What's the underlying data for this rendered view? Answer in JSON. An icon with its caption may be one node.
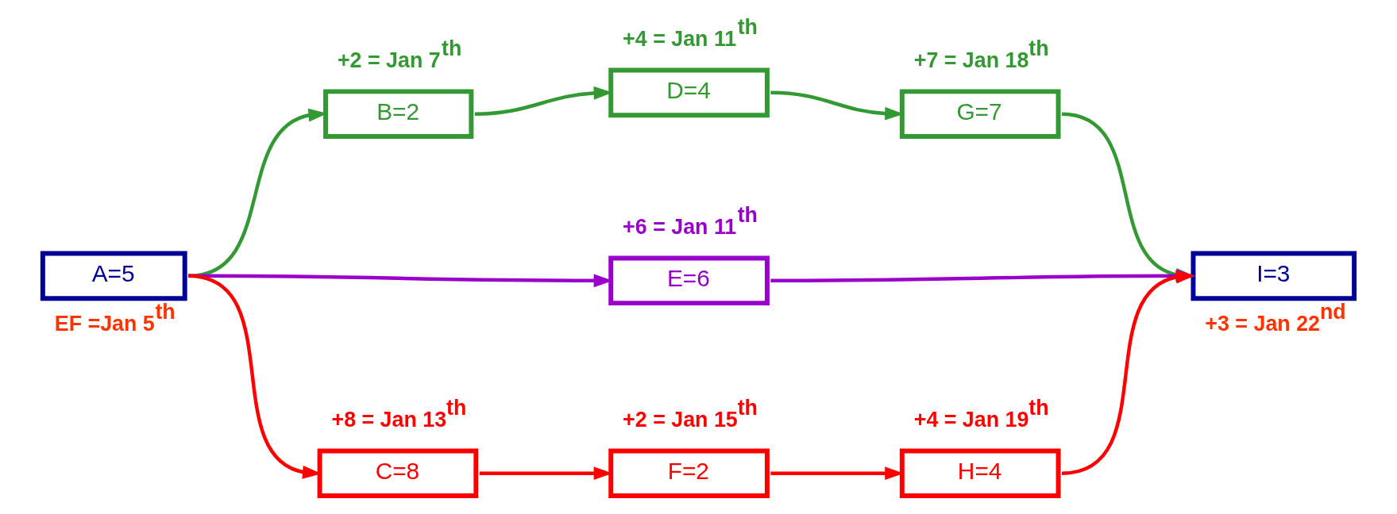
{
  "diagram": {
    "nodes": [
      {
        "text": [
          "A=5"
        ],
        "beside": [
          "EF =Jan 5$^{th}$"
        ]
      },
      {
        "text": [
          "B=2"
        ],
        "beside": [
          "+2 = Jan 7$^{th}$"
        ]
      },
      {
        "text": [
          "D=4"
        ],
        "beside": [
          "+4 = Jan 11$^{th}$"
        ]
      },
      {
        "text": [
          "G=7"
        ],
        "beside": [
          "+7 = Jan 18$^{th}$"
        ]
      },
      {
        "text": [
          "E=6"
        ],
        "beside": [
          "+6 = Jan 11$^{th}$"
        ]
      },
      {
        "text": [
          "I=3"
        ],
        "beside": [
          "+3 = Jan 22$^{nd}$"
        ]
      },
      {
        "text": [
          "C=8"
        ],
        "beside": [
          "+8 = Jan 13$^{th}$"
        ]
      },
      {
        "text": [
          "F=2"
        ],
        "beside": [
          "+2 = Jan 15$^{th}$"
        ]
      },
      {
        "text": [
          "H=4"
        ],
        "beside": [
          "+4 = Jan 19$^{th}$"
        ]
      }
    ],
    "edges": [
      {
        "from": 0,
        "to": 1,
        "arrow": "to",
        "color": "#339933"
      },
      {
        "from": 1,
        "to": 2,
        "arrow": "to",
        "color": "#339933"
      },
      {
        "from": 2,
        "to": 3,
        "arrow": "to",
        "color": "#339933"
      },
      {
        "from": 3,
        "to": 5,
        "arrow": "to",
        "color": "#339933"
      },
      {
        "from": 0,
        "to": 4,
        "arrow": "to",
        "color": "#9900cc"
      },
      {
        "from": 4,
        "to": 5,
        "arrow": "to",
        "color": "#9900cc"
      },
      {
        "from": 0,
        "to": 6,
        "arrow": "to",
        "color": "#ff0000"
      },
      {
        "from": 6,
        "to": 7,
        "arrow": "to",
        "color": "#ff0000"
      },
      {
        "from": 7,
        "to": 8,
        "arrow": "to",
        "color": "#ff0000"
      },
      {
        "from": 8,
        "to": 5,
        "arrow": "to",
        "color": "#ff0000"
      }
    ]
  }
}
